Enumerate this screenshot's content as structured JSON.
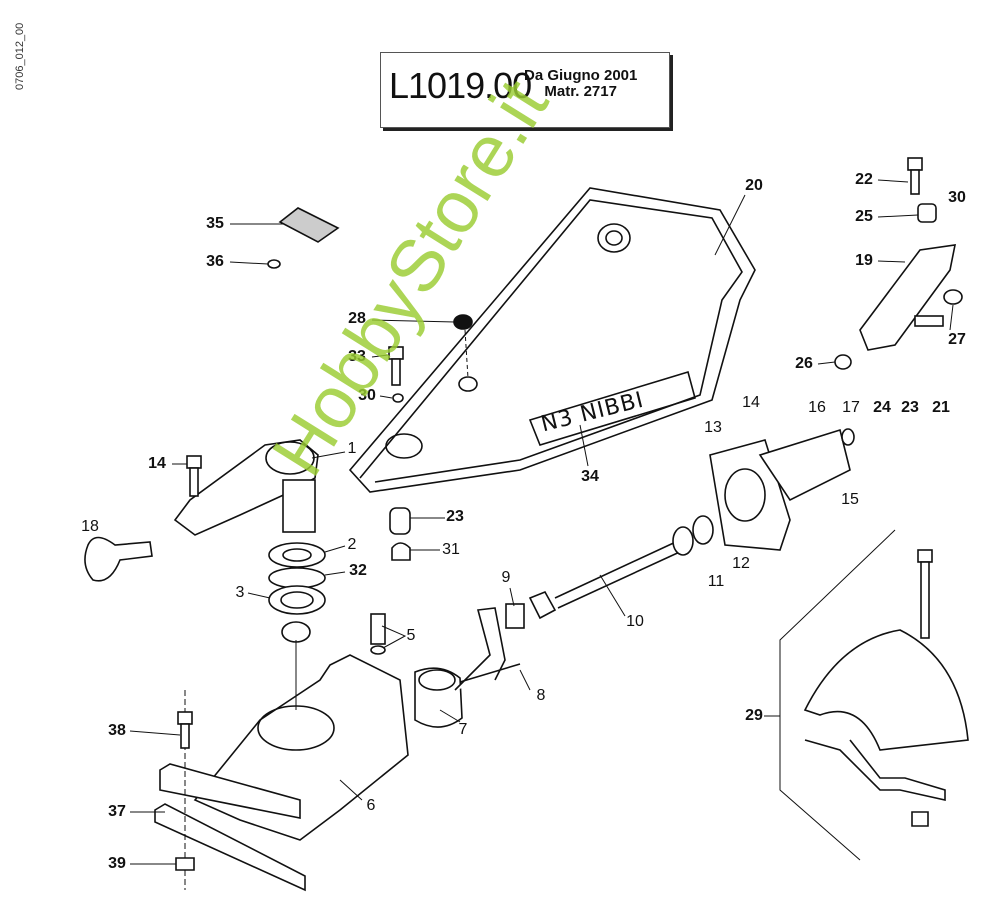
{
  "drawing_code": "0706_012_00",
  "title": {
    "code": "L1019.00",
    "line1": "Da Giugno 2001",
    "line2": "Matr. 2717"
  },
  "plate_text": "N3 NIBBI",
  "watermark": "HobbyStore.it",
  "callouts": [
    {
      "num": "35"
    },
    {
      "num": "36"
    },
    {
      "num": "28"
    },
    {
      "num": "33"
    },
    {
      "num": "30"
    },
    {
      "num": "14"
    },
    {
      "num": "1"
    },
    {
      "num": "18"
    },
    {
      "num": "2"
    },
    {
      "num": "32"
    },
    {
      "num": "3"
    },
    {
      "num": "23"
    },
    {
      "num": "31"
    },
    {
      "num": "5"
    },
    {
      "num": "9"
    },
    {
      "num": "10"
    },
    {
      "num": "11"
    },
    {
      "num": "12"
    },
    {
      "num": "8"
    },
    {
      "num": "7"
    },
    {
      "num": "6"
    },
    {
      "num": "38"
    },
    {
      "num": "37"
    },
    {
      "num": "39"
    },
    {
      "num": "20"
    },
    {
      "num": "22"
    },
    {
      "num": "25"
    },
    {
      "num": "30"
    },
    {
      "num": "19"
    },
    {
      "num": "27"
    },
    {
      "num": "26"
    },
    {
      "num": "24"
    },
    {
      "num": "23"
    },
    {
      "num": "21"
    },
    {
      "num": "14"
    },
    {
      "num": "13"
    },
    {
      "num": "16"
    },
    {
      "num": "17"
    },
    {
      "num": "15"
    },
    {
      "num": "34"
    },
    {
      "num": "29"
    }
  ]
}
